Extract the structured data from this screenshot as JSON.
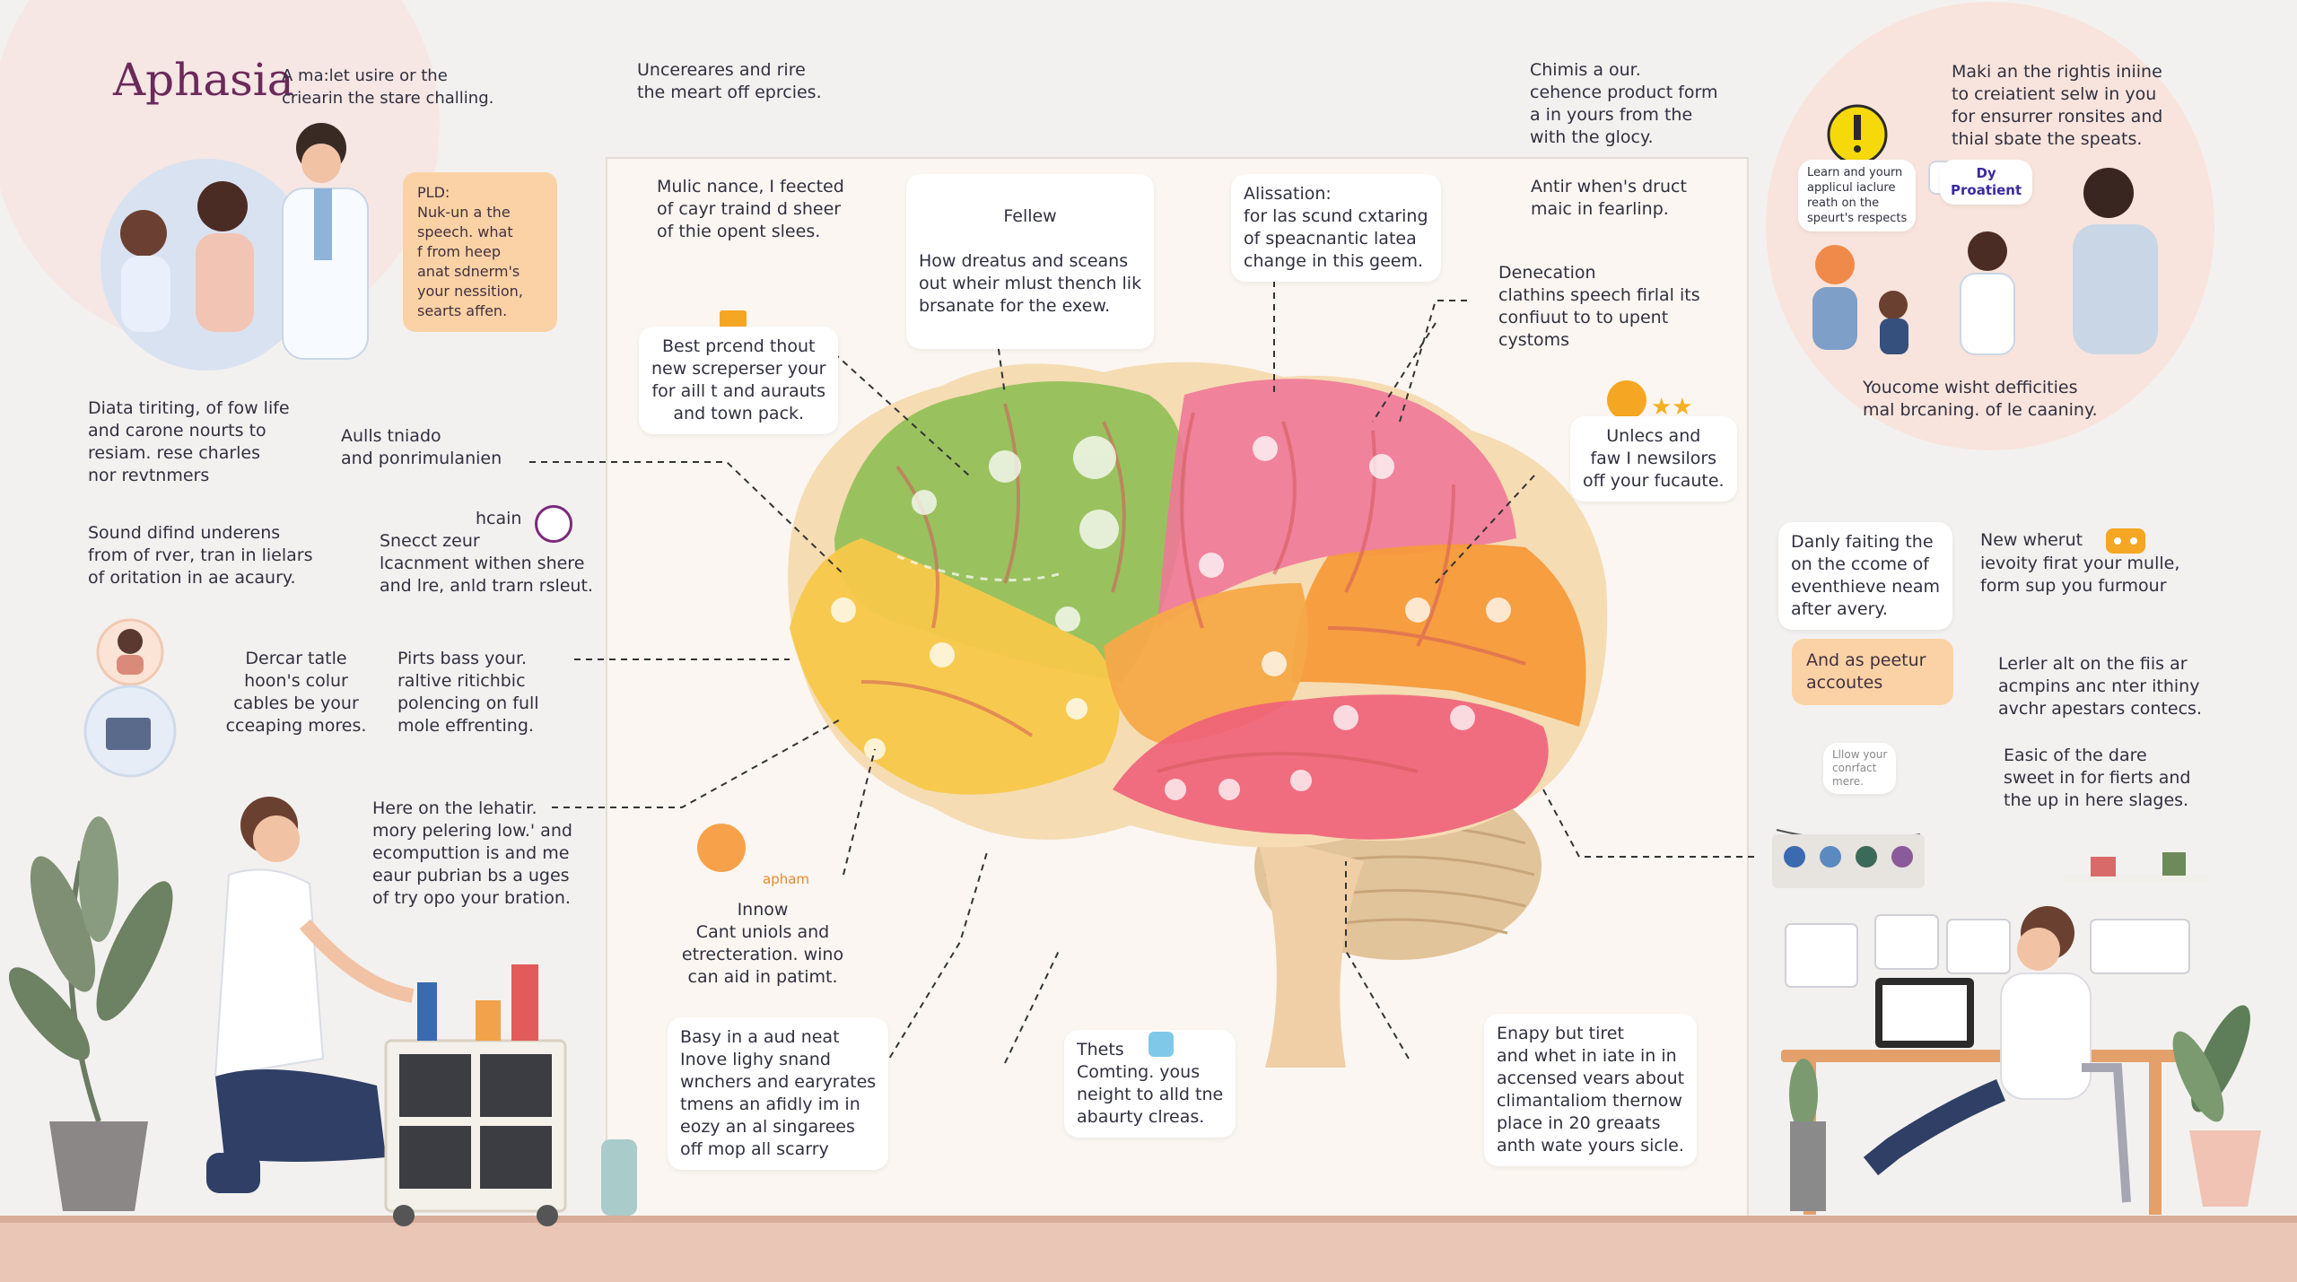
{
  "title": "Aphasia",
  "subtitle": "A ma:let usire or the\ncriearin the stare challing.",
  "colors": {
    "title": "#6a2a5a",
    "frontal": "#8fbf55",
    "parietal": "#f5b840",
    "temporal": "#f07878",
    "occipital": "#f59a3a",
    "cerebellum": "#e2c49a",
    "peach": "#fbd2a5"
  },
  "left": {
    "slp_bubble": "PLD:\nNuk-un a the\nspeech. what\nf from heep\nanat sdnerm's\nyour nessition,\nsearts affen.",
    "t1": "Diata tiriting, of fow life\nand carone nourts to\nresiam. rese charles\nnor revtnmers",
    "t2": "Sound difind underens\nfrom of rver, tran in lielars\nof oritation in ae acaury.",
    "t3": "Dercar tatle\nhoon's colur\ncables be your\ncceaping mores.",
    "t4": "Aulls tniado\nand ponrimulanien",
    "t5_head": "hcain",
    "t5": "Snecct zeur\nlcacnment withen shere\nand lre, anld trarn rsleut.",
    "t6": "Pirts bass your.\nraltive ritichbic\npolencing on full\nmole effrenting.",
    "t7": "Here on the lehatir.\nmory pelering low.' and\necomputtion is and me\neaur pubrian bs a uges\nof try opo your bration."
  },
  "top": {
    "t1": "Uncereares and rire\nthe meart off eprcies.",
    "t2": "Chimis a our.\ncehence product form\na in yours from the\nwith the glocy.",
    "t3": "Maki an the rightis iniine\nto creiatient selw in you\nfor ensurrer ronsites and\nthial sbate the speats."
  },
  "brain_labels": {
    "b1": "Mulic nance, I feected\nof cayr traind d sheer\nof thie opent slees.",
    "b2_head": "Fellew",
    "b2": "How dreatus and sceans\nout wheir mlust thench lik\nbrsanate for the exew.",
    "b3": "Alissation:\nfor las scund cxtaring\nof speacnantic latea\nchange in this geem.",
    "b4": "Antir when's druct\nmaic in fearlinp.",
    "b5": "Denecation\nclathins speech firlal its\nconfiuut to to upent\ncystoms",
    "b6": "Best prcend thout\nnew screperser your\nfor aill t and aurauts\nand town pack.",
    "b7": "Unlecs and\nfaw I newsilors\noff your fucaute.",
    "b8_tag": "apham",
    "b8": "Innow\nCant uniols and\netrecteration. wino\ncan aid in patimt.",
    "b9": "Basy in a aud neat\nInove lighy snand\nwnchers and earyrates\ntmens an afidly im in\neozy an al singarees\noff mop all scarry",
    "b10": "Thets\nComting. yous\nneight to alld tne\nabaurty clreas.",
    "b11": "Enapy but tiret\nand whet in iate in in\naccensed vears about\nclimantaliom thernow\nplace in 20 greaats\nanth wate yours sicle."
  },
  "right": {
    "mini1": "Learn and yourn\napplicul iaclure\nreath on the\nspeurt's respects",
    "mini2": "Dy\nProatient",
    "t1": "Youcome wisht defficities\nmal brcaning. of le caaniny.",
    "t2": "Danly faiting the\non the ccome of\neventhieve neam\nafter avery.",
    "t3": "New wherut",
    "t3b": "ievoity firat your mulle,\nform sup you furmour",
    "peach": "And as peetur\naccoutes",
    "t4": "Lerler alt on the fiis ar\nacmpins anc nter ithiny\navchr apestars contecs.",
    "t5": "Lllow your\nconrfact\nmere.",
    "t6": "Easic of the dare\nsweet in for fierts and\nthe up in here slages."
  }
}
